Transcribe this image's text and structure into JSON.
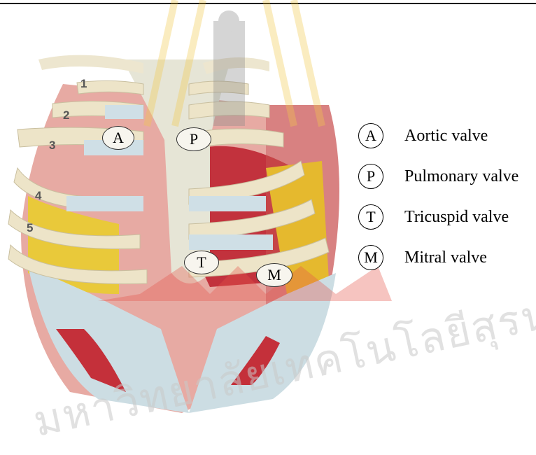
{
  "legend": [
    {
      "mark": "A",
      "label": "Aortic valve"
    },
    {
      "mark": "P",
      "label": "Pulmonary valve"
    },
    {
      "mark": "T",
      "label": "Tricuspid valve"
    },
    {
      "mark": "M",
      "label": "Mitral valve"
    }
  ],
  "valve_markers": {
    "aortic": "A",
    "pulmonary": "P",
    "tricuspid": "T",
    "mitral": "M"
  },
  "rib_numbers": [
    "1",
    "2",
    "3",
    "4",
    "5"
  ],
  "watermark_text": "มหาวิทยาลัยเทคโนโลยีสุรนารี",
  "colors": {
    "bone": "#eee7cf",
    "cartilage": "#c9d9df",
    "muscle": "#c0303a",
    "fat": "#e8c733",
    "lung": "#e6a9a2",
    "watermark_red": "#e4574a",
    "watermark_yellow": "#f2c94c"
  }
}
